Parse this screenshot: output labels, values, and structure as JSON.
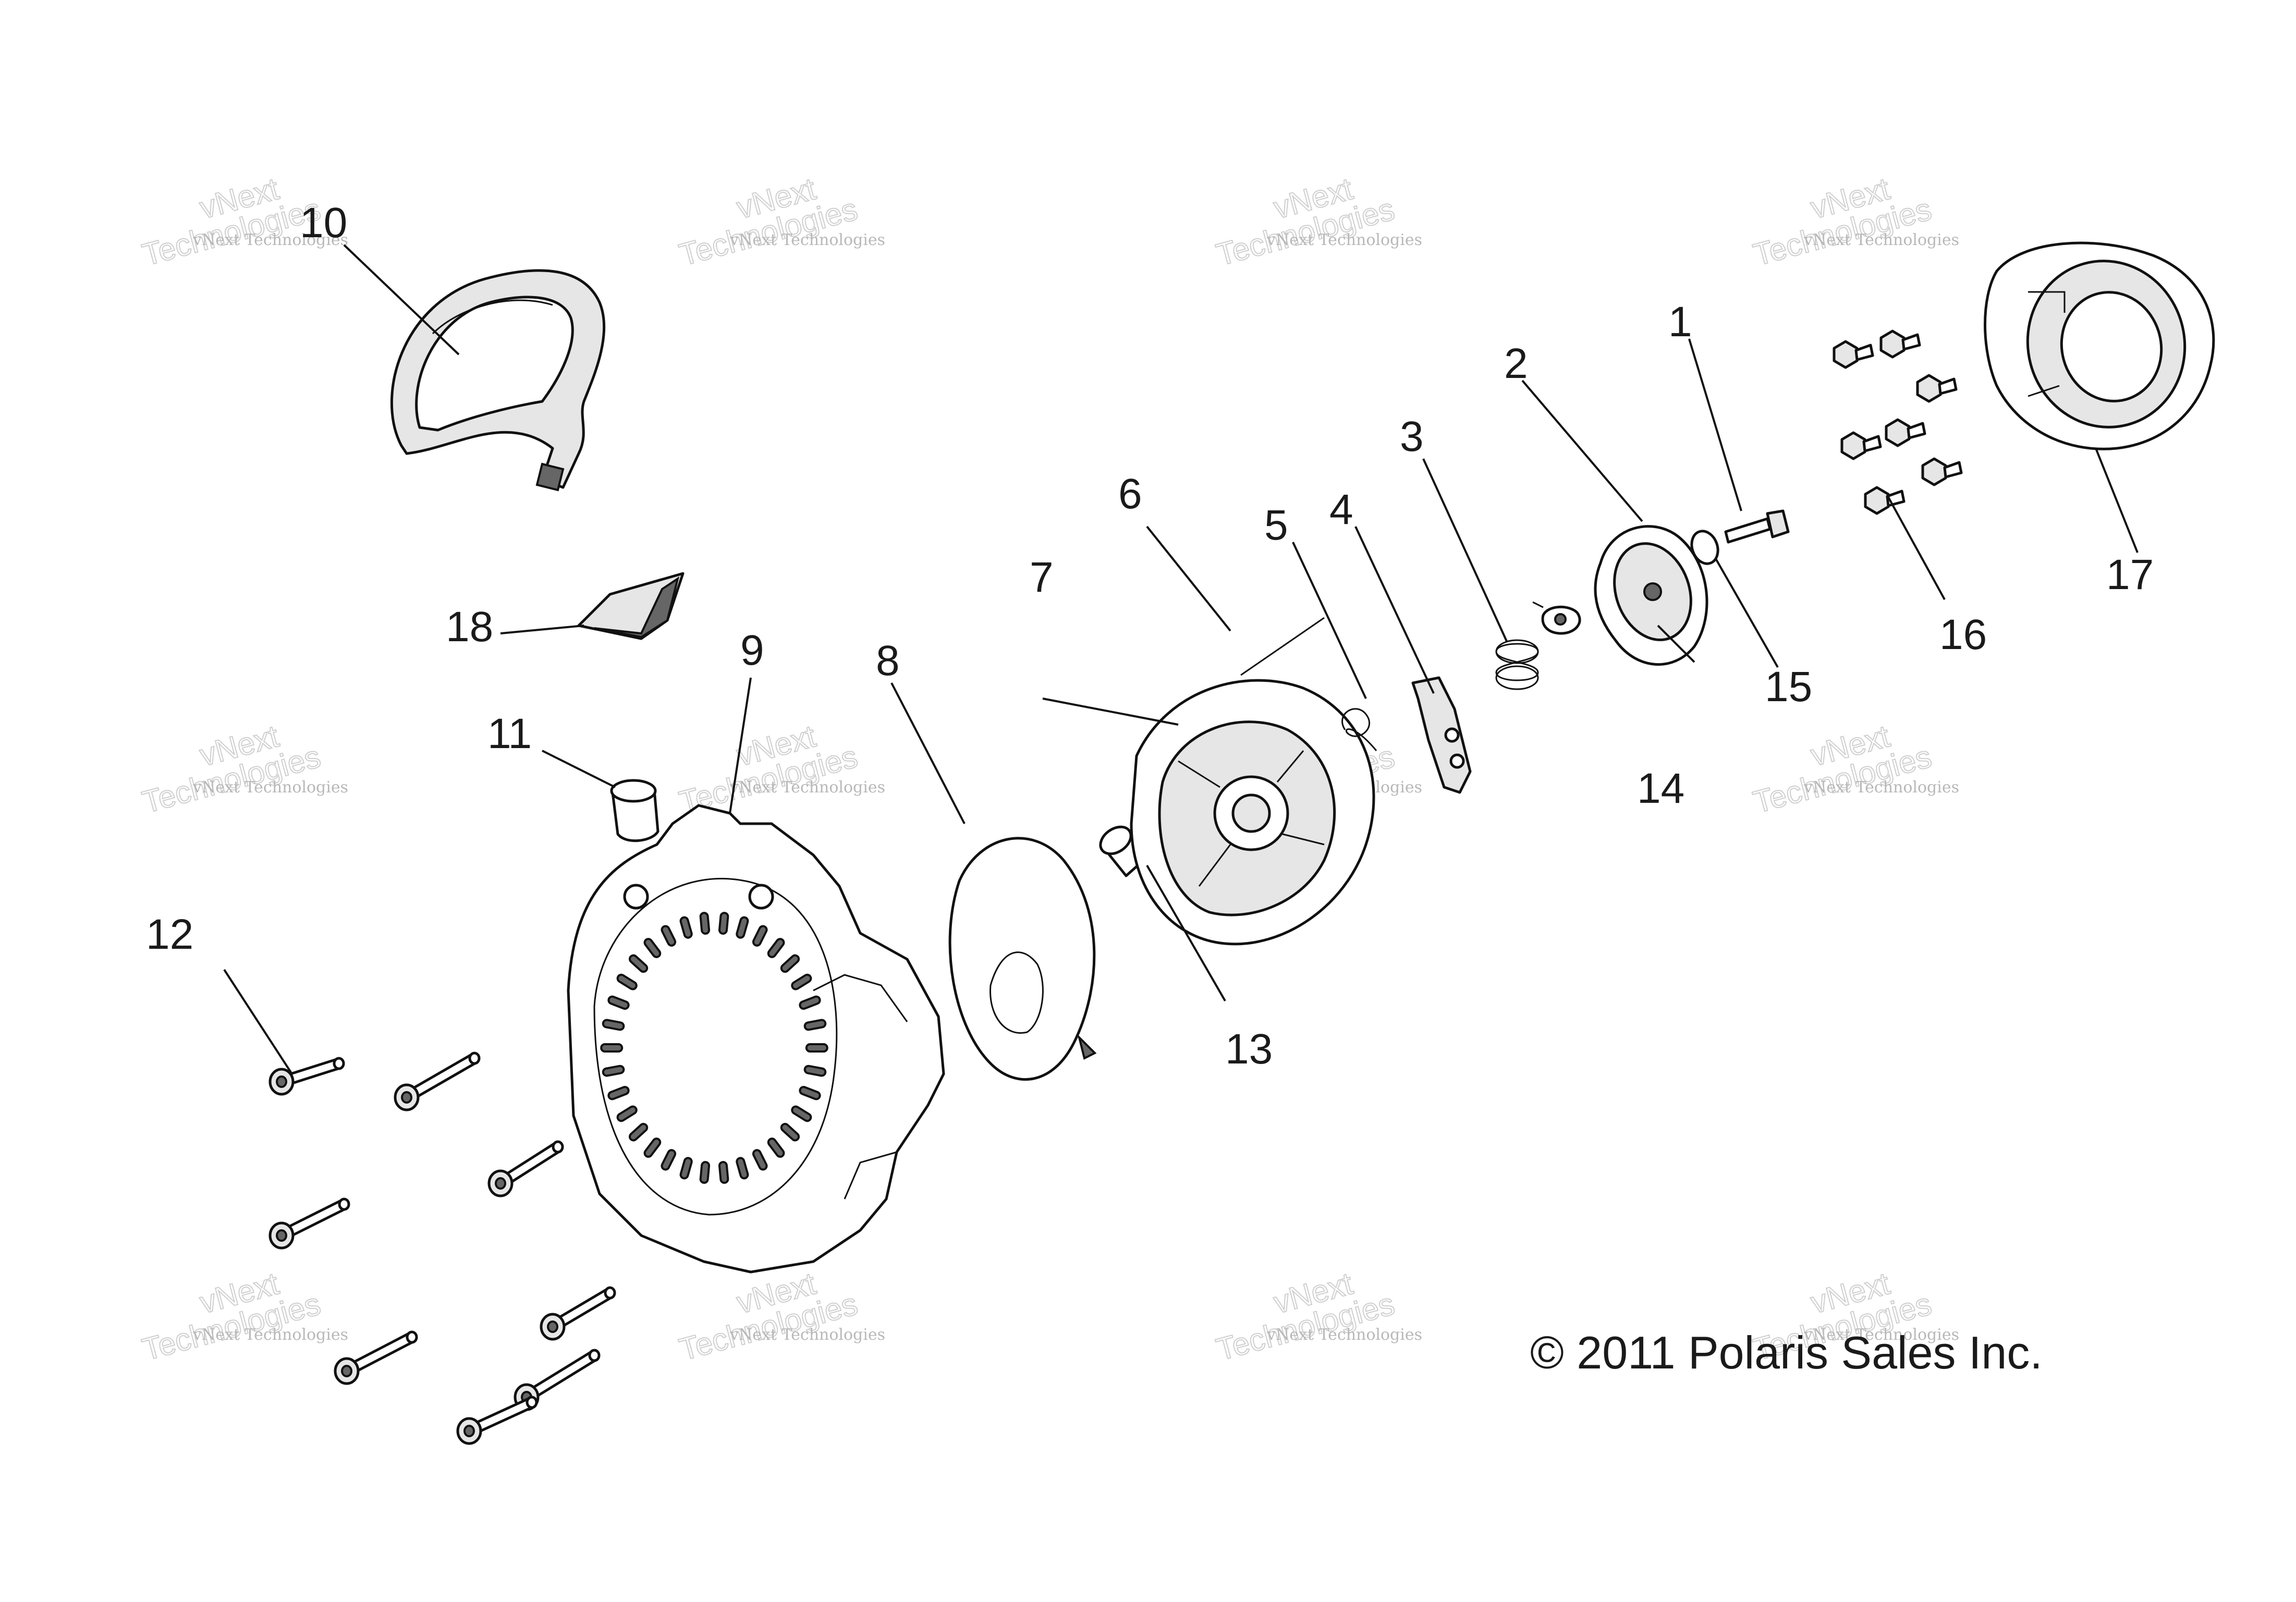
{
  "diagram": {
    "callouts": [
      "1",
      "2",
      "3",
      "4",
      "5",
      "6",
      "7",
      "8",
      "9",
      "10",
      "11",
      "12",
      "13",
      "14",
      "15",
      "16",
      "17",
      "18"
    ],
    "copyright": "© 2011 Polaris Sales Inc.",
    "watermark": {
      "line1": "vNext Technologies",
      "big1": "vNext",
      "big2": "Technologies"
    }
  }
}
